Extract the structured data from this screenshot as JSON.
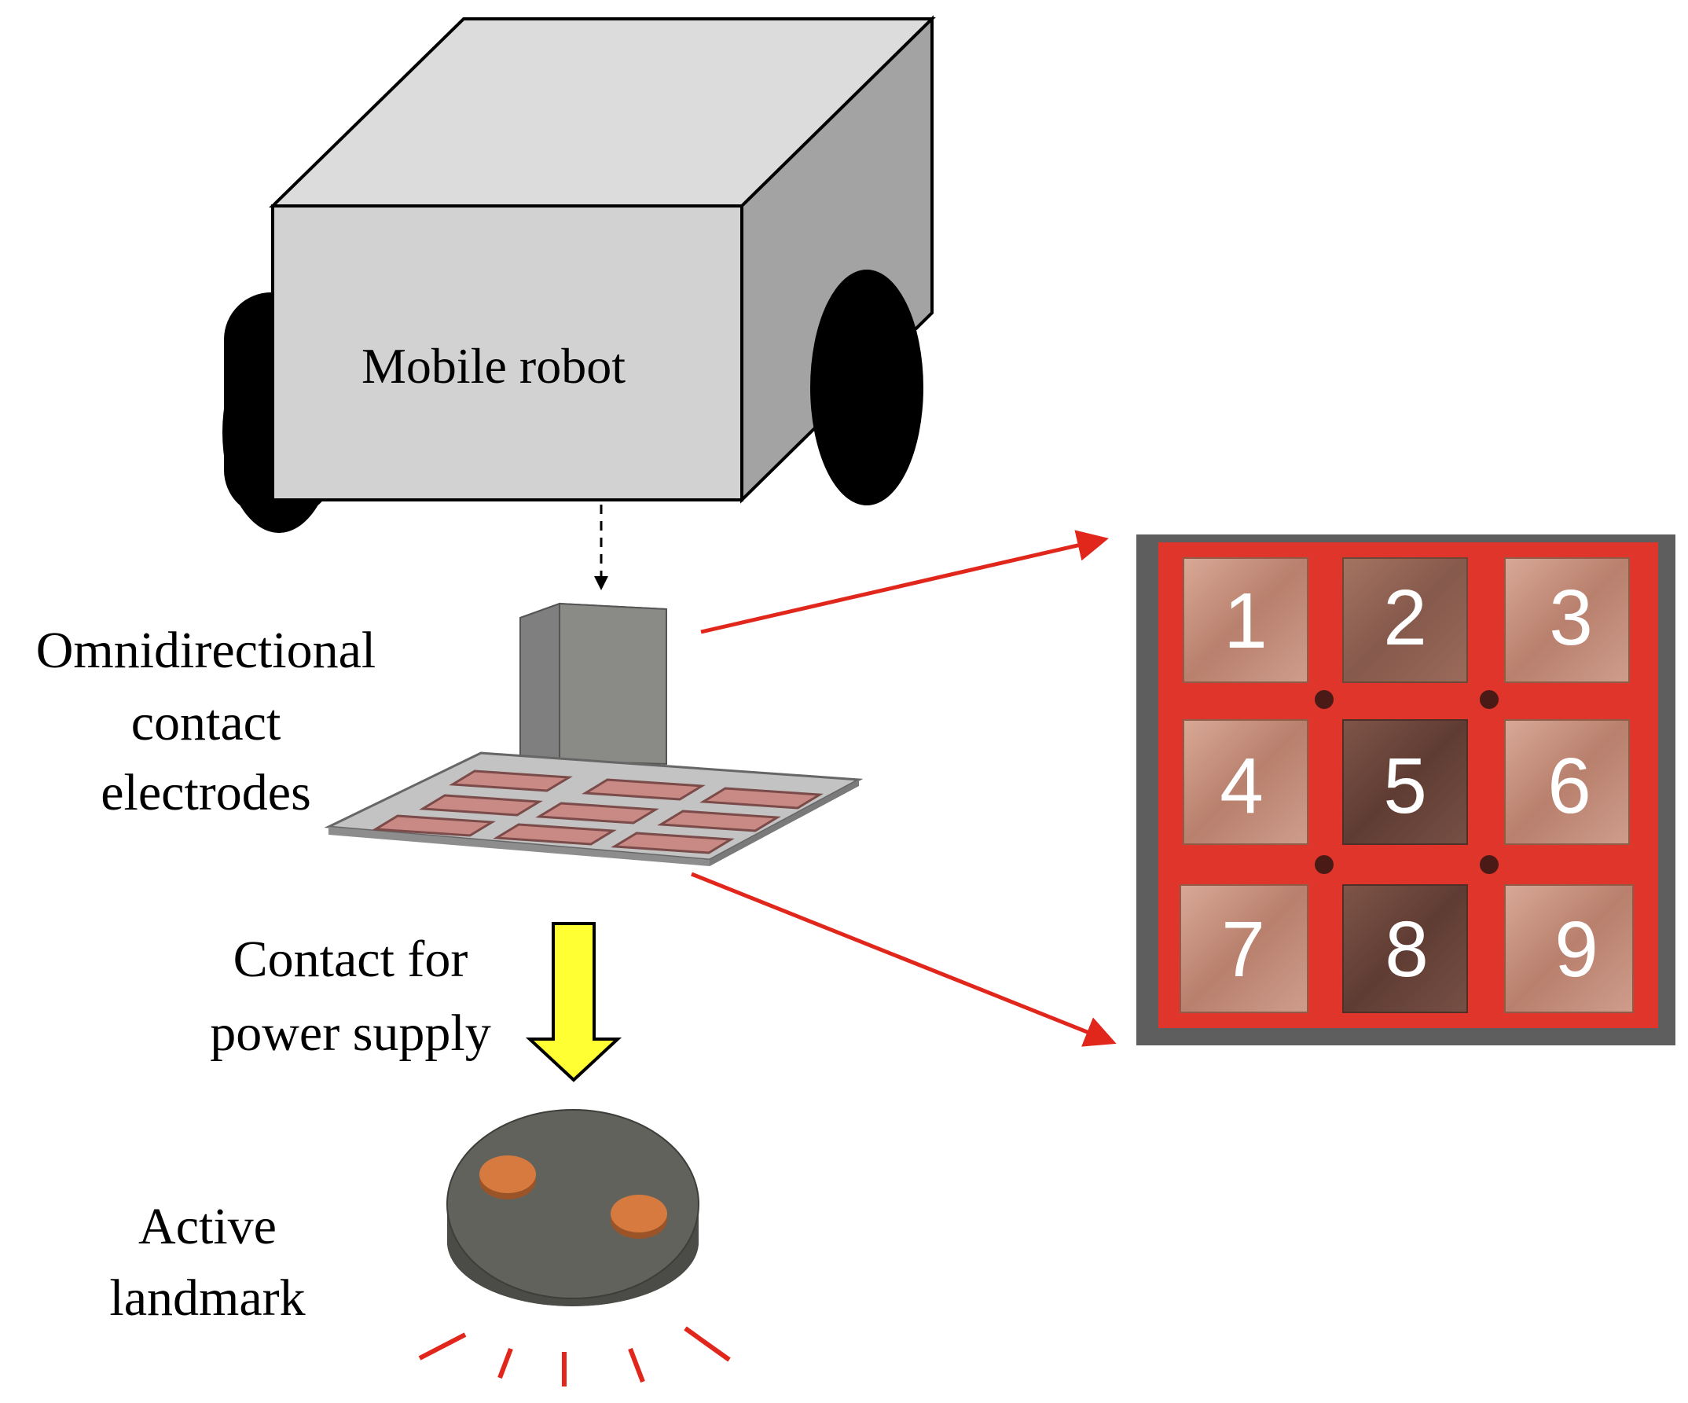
{
  "labels": {
    "robot": "Mobile robot",
    "electrodes": [
      "Omnidirectional",
      "contact",
      "electrodes"
    ],
    "contact": [
      "Contact for",
      "power supply"
    ],
    "landmark": [
      "Active",
      "landmark"
    ]
  },
  "photo_numbers": [
    "1",
    "2",
    "3",
    "4",
    "5",
    "6",
    "7",
    "8",
    "9"
  ],
  "colors": {
    "robot_front": "#d2d2d2",
    "robot_top": "#dcdcdc",
    "robot_side": "#a3a3a3",
    "wheel": "#000000",
    "electrode_post": "#808080",
    "electrode_plate": "#b9b9b9",
    "electrode_pad": "#c98a86",
    "pointer_arrow": "#e1261c",
    "power_arrow": "#ffff33",
    "landmark_body": "#5f5f5b",
    "landmark_contact": "#d77a3f",
    "photo_frame": "#e0352a",
    "photo_background": "#5e5e5e",
    "glow": "#e1261c"
  }
}
